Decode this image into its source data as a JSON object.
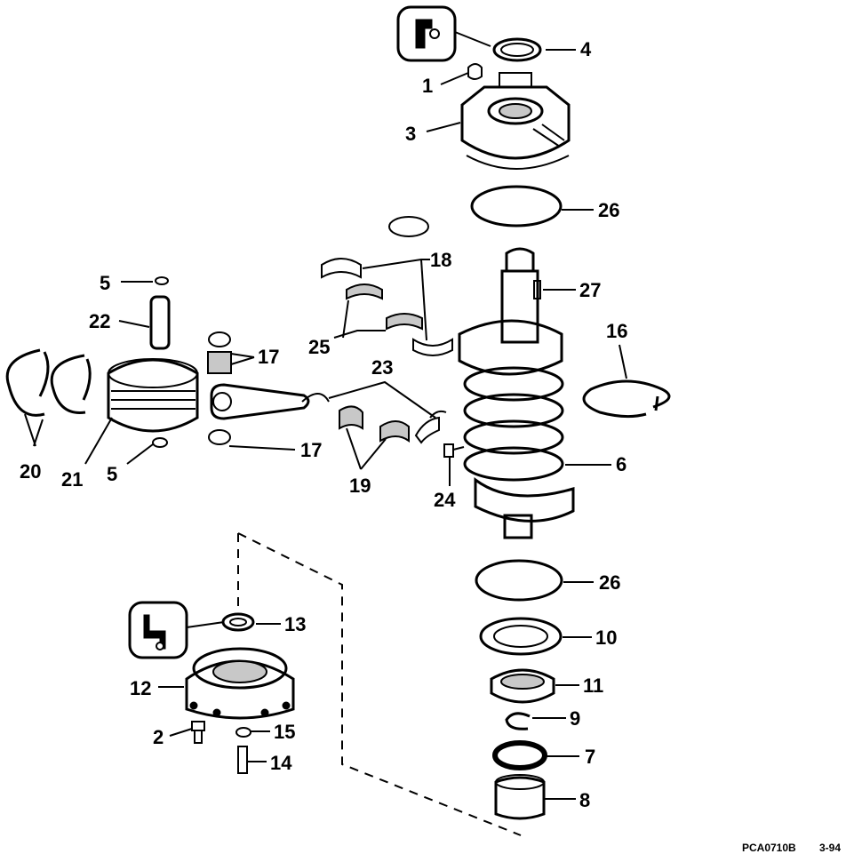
{
  "diagram": {
    "callouts": [
      "4",
      "1",
      "3",
      "26",
      "18",
      "5",
      "22",
      "27",
      "25",
      "17",
      "16",
      "23",
      "20",
      "21",
      "5",
      "17",
      "19",
      "6",
      "24",
      "26",
      "13",
      "10",
      "12",
      "11",
      "9",
      "2",
      "15",
      "7",
      "14",
      "8"
    ],
    "footer": {
      "code": "PCA0710B",
      "date": "3-94"
    }
  }
}
